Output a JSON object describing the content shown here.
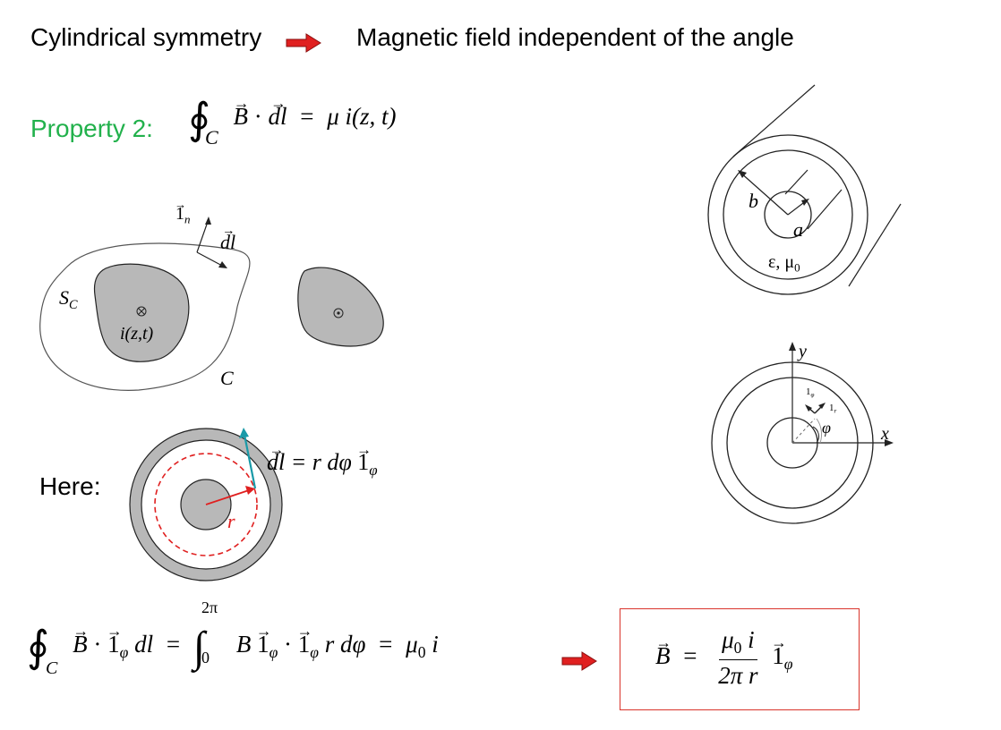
{
  "header": {
    "left": "Cylindrical symmetry",
    "right": "Magnetic field independent of the angle"
  },
  "property": {
    "label": "Property 2:",
    "equation": {
      "contour": "C",
      "B": "B",
      "dot": "·",
      "dl": "dl",
      "equals": "=",
      "rhs": "μ i(z, t)"
    }
  },
  "left_diagram": {
    "normal_label": "1",
    "normal_sub": "n",
    "dl_label": "dl",
    "surface_label": "S",
    "surface_sub": "C",
    "current_label": "i(z,t)",
    "contour_label": "C"
  },
  "coax_3d": {
    "b_label": "b",
    "a_label": "a",
    "medium_label": "ε, μ",
    "medium_sub": "0"
  },
  "coax_axes": {
    "y_label": "y",
    "x_label": "x",
    "phi_label": "φ",
    "unit_phi": "1",
    "unit_phi_sub": "φ",
    "unit_r": "1",
    "unit_r_sub": "r"
  },
  "here": {
    "label": "Here:",
    "r_label": "r",
    "dl_eq_lhs": "dl",
    "dl_eq_rhs": "= r dφ",
    "unit": "1",
    "unit_sub": "φ"
  },
  "bottom_equation": {
    "contour": "C",
    "B": "B",
    "unit": "1",
    "unit_sub": "φ",
    "dl": "dl",
    "equals": "=",
    "upper": "2π",
    "lower": "0",
    "integrand": "r dφ",
    "rhs": "μ",
    "rhs_sub": "0",
    "rhs_i": "i"
  },
  "result": {
    "B": "B",
    "equals": "=",
    "num": "μ",
    "num_sub": "0",
    "num_i": "i",
    "den": "2π r",
    "unit": "1",
    "unit_sub": "φ"
  },
  "colors": {
    "property_green": "#22b14c",
    "arrow_red": "#e02020",
    "box_red": "#d9342b",
    "teal_arrow": "#1a9aa8",
    "gray_fill": "#b8b8b8"
  }
}
